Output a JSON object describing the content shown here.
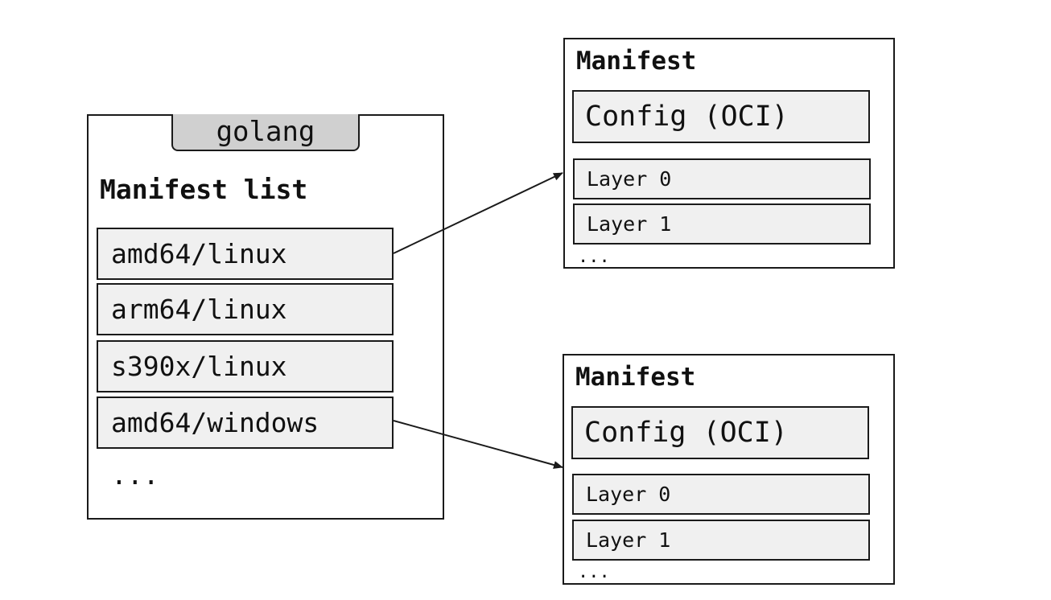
{
  "manifest_list": {
    "tag": "golang",
    "title": "Manifest list",
    "platforms": [
      "amd64/linux",
      "arm64/linux",
      "s390x/linux",
      "amd64/windows"
    ],
    "more": "..."
  },
  "manifests": [
    {
      "title": "Manifest",
      "config": "Config (OCI)",
      "layers": [
        "Layer 0",
        "Layer 1"
      ],
      "more": "..."
    },
    {
      "title": "Manifest",
      "config": "Config (OCI)",
      "layers": [
        "Layer 0",
        "Layer 1"
      ],
      "more": "..."
    }
  ],
  "arrows": [
    {
      "from": "amd64/linux",
      "to": "manifest 1"
    },
    {
      "from": "amd64/windows",
      "to": "manifest 2"
    }
  ],
  "colors": {
    "border": "#1a1a1a",
    "cell_fill": "#f0f0f0",
    "tag_fill": "#d0d0d0",
    "background": "#ffffff"
  }
}
